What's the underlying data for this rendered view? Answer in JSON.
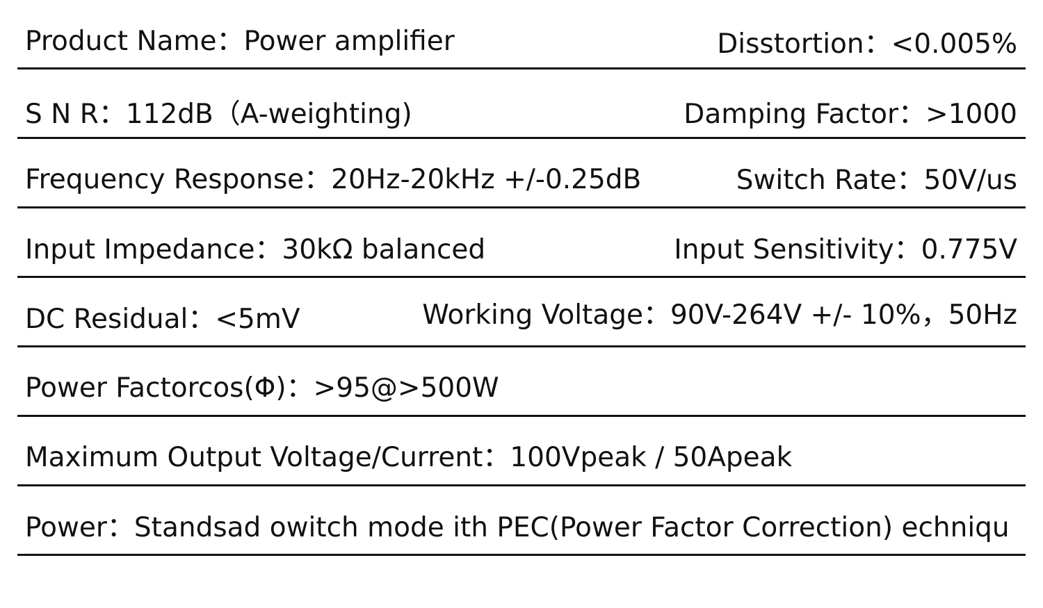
{
  "specs": [
    {
      "left": "Product Name：Power amplifier",
      "right": "Disstortion：<0.005%"
    },
    {
      "left": "S N R：112dB（A-weighting)",
      "right": "Damping Factor：>1000"
    },
    {
      "left": "Frequency Response：20Hz-20kHz +/-0.25dB",
      "right": "Switch Rate：50V/us"
    },
    {
      "left": "Input Impedance：30kΩ balanced",
      "right": "Input Sensitivity：0.775V"
    },
    {
      "left": "DC Residual：<5mV",
      "right": "Working Voltage：90V-264V +/- 10%，50Hz"
    },
    {
      "left": "Power Factorcos(Φ)：>95@>500W"
    },
    {
      "left": "Maximum Output Voltage/Current：100Vpeak / 50Apeak"
    },
    {
      "left": "Power：Standsad owitch mode ith PEC(Power Factor Correction) echniqu"
    }
  ]
}
